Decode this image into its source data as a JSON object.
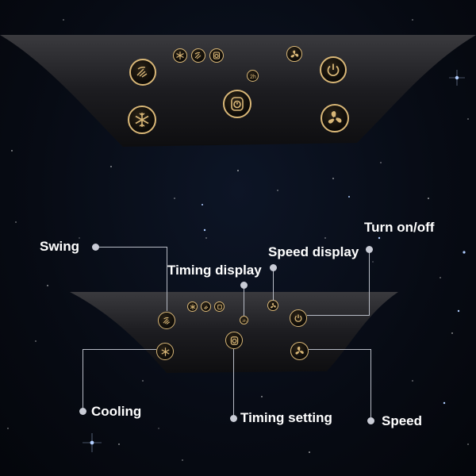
{
  "colors": {
    "accent": "#d9b777",
    "panel": "#1b1b1f",
    "label": "#ffffff",
    "leader": "#b8bcc6"
  },
  "top_panel": {
    "buttons": [
      {
        "icon": "swing-icon"
      },
      {
        "icon": "cooling-icon"
      },
      {
        "icon": "cooling-indicator-icon"
      },
      {
        "icon": "swing-indicator-icon"
      },
      {
        "icon": "timer-indicator-icon"
      },
      {
        "icon": "timing-display-icon"
      },
      {
        "icon": "timing-setting-icon"
      },
      {
        "icon": "speed-display-icon"
      },
      {
        "icon": "power-icon"
      },
      {
        "icon": "fan-speed-icon"
      }
    ]
  },
  "callouts": {
    "swing": "Swing",
    "timing_display": "Timing display",
    "speed_display": "Speed display",
    "turn_on_off": "Turn on/off",
    "cooling": "Cooling",
    "timing_setting": "Timing setting",
    "speed": "Speed"
  }
}
